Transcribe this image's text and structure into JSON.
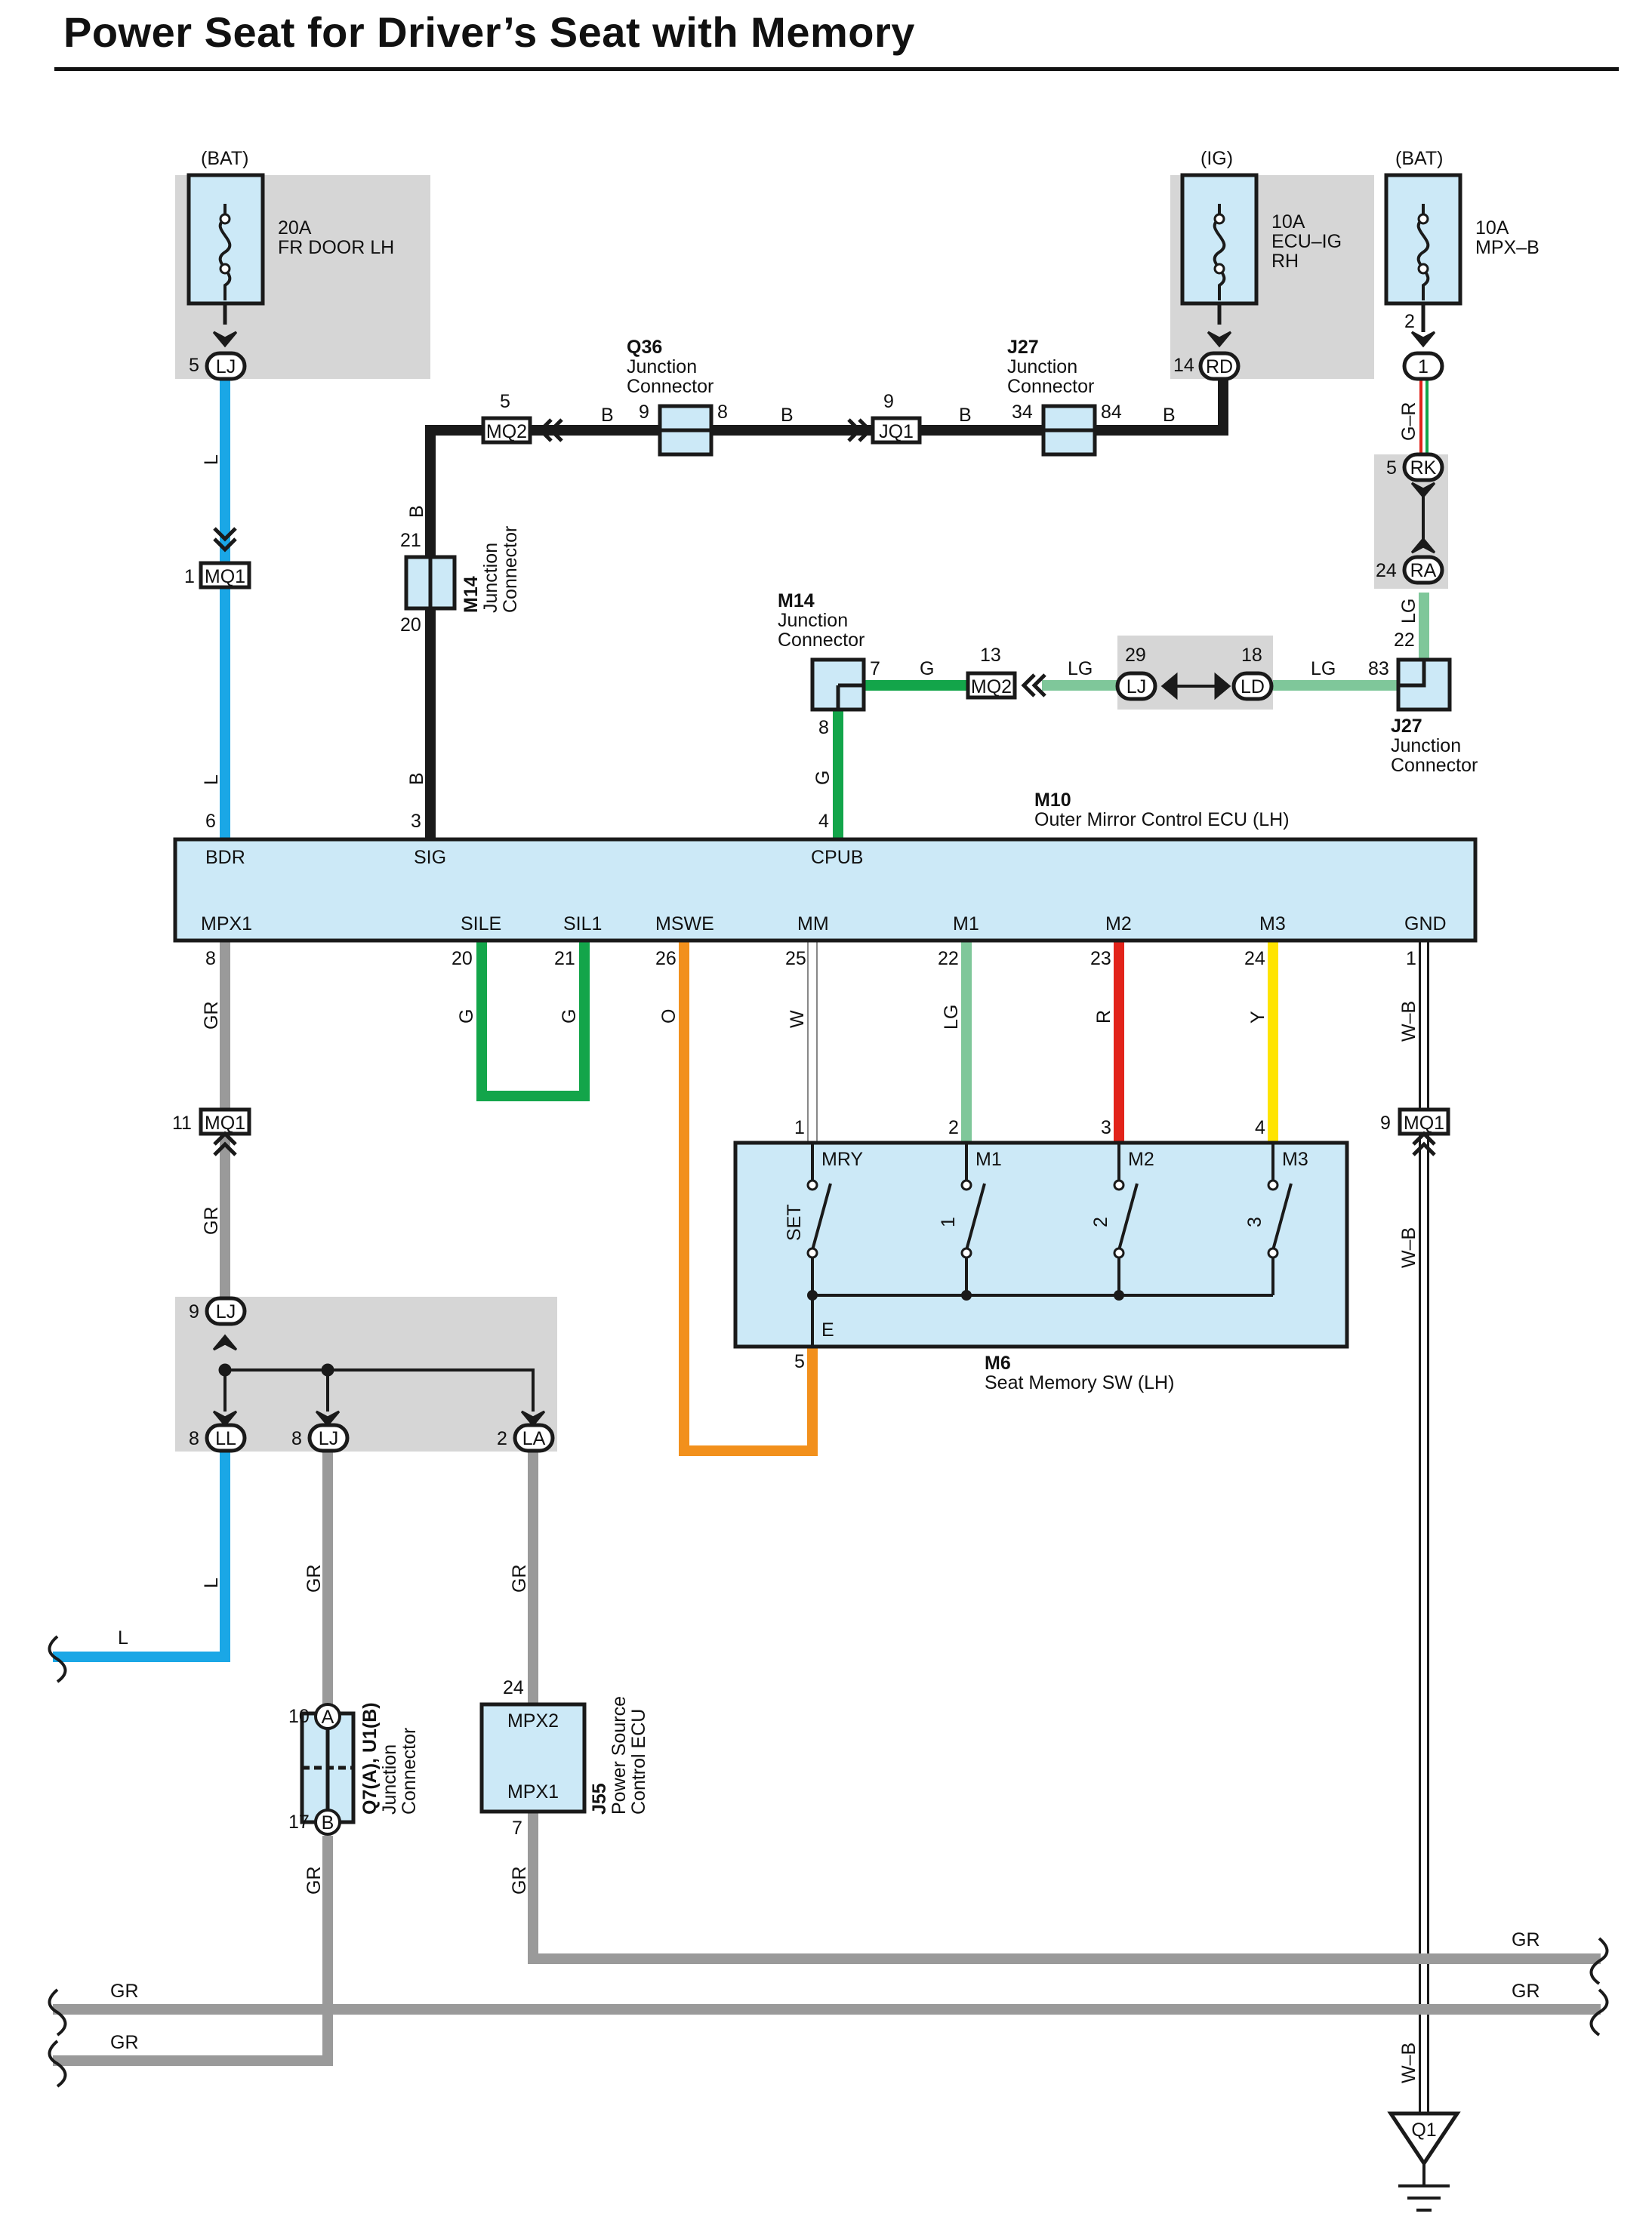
{
  "title": "Power Seat for Driver’s Seat with Memory",
  "colors": {
    "L": "#1aa7e6",
    "B": "#1a1a1a",
    "G": "#13a54a",
    "LG": "#7fc79a",
    "GR": "#9a9a9a",
    "O": "#f2901c",
    "R": "#e2231a",
    "Y": "#ffe400",
    "W": "#ffffff",
    "component_fill": "#cce9f7",
    "shaded_area": "#d6d6d6"
  },
  "fuses": [
    {
      "source": "(BAT)",
      "amps": "20A",
      "name": [
        "FR DOOR LH"
      ],
      "pin": "5",
      "connector": "LJ"
    },
    {
      "source": "(IG)",
      "amps": "10A",
      "name": [
        "ECU–IG",
        "RH"
      ],
      "pin": "14",
      "connector": "RD"
    },
    {
      "source": "(BAT)",
      "amps": "10A",
      "name": [
        "MPX–B"
      ],
      "pin": "2",
      "connector": "1"
    }
  ],
  "junctions": {
    "q36": {
      "id": "Q36",
      "name": "Junction",
      "name2": "Connector",
      "pin_in": "9",
      "pin_out": "8"
    },
    "j27_top": {
      "id": "J27",
      "name": "Junction",
      "name2": "Connector",
      "pin_in": "34",
      "pin_out": "84"
    },
    "m14_left": {
      "id": "M14",
      "name": "Junction",
      "name2": "Connector",
      "pin_top": "21",
      "pin_bottom": "20"
    },
    "m14_mid": {
      "id": "M14",
      "name": "Junction",
      "name2": "Connector",
      "pin_right": "7",
      "pin_bottom": "8"
    },
    "j27_right": {
      "id": "J27",
      "name": "Junction",
      "name2": "Connector",
      "pin_top": "22",
      "pin_left": "83"
    },
    "q7": {
      "id": "Q7(A), U1(B)",
      "name": "Junction",
      "name2": "Connector",
      "pin_a": "10",
      "pin_b": "17",
      "letter_a": "A",
      "letter_b": "B"
    }
  },
  "connectors": {
    "mq2_top": {
      "label": "MQ2",
      "pin": "5"
    },
    "jq1": {
      "label": "JQ1",
      "pin": "9"
    },
    "mq1_left": {
      "label": "MQ1",
      "pin": "1"
    },
    "rk": {
      "label": "RK",
      "pin": "5"
    },
    "ra": {
      "label": "RA",
      "pin": "24"
    },
    "mq2_mid": {
      "label": "MQ2",
      "pin": "13"
    },
    "lj_mid": {
      "label": "LJ",
      "pin": "29"
    },
    "ld_mid": {
      "label": "LD",
      "pin": "18"
    },
    "mq1_gr": {
      "label": "MQ1",
      "pin": "11"
    },
    "mq1_wb": {
      "label": "MQ1",
      "pin": "9"
    },
    "lj_lower": {
      "label": "LJ",
      "pin": "9"
    },
    "ll": {
      "label": "LL",
      "pin": "8"
    },
    "lj_bot": {
      "label": "LJ",
      "pin": "8"
    },
    "la": {
      "label": "LA",
      "pin": "2"
    },
    "q1": {
      "label": "Q1"
    }
  },
  "ecu": {
    "id": "M10",
    "name": "Outer Mirror Control ECU (LH)",
    "top_terminals": [
      {
        "name": "BDR",
        "pin": "6",
        "wire": "L"
      },
      {
        "name": "SIG",
        "pin": "3",
        "wire": "B"
      },
      {
        "name": "CPUB",
        "pin": "4",
        "wire": "G"
      }
    ],
    "bottom_terminals": [
      {
        "name": "MPX1",
        "pin": "8",
        "wire": "GR"
      },
      {
        "name": "SILE",
        "pin": "20",
        "wire": "G"
      },
      {
        "name": "SIL1",
        "pin": "21",
        "wire": "G"
      },
      {
        "name": "MSWE",
        "pin": "26",
        "wire": "O"
      },
      {
        "name": "MM",
        "pin": "25",
        "wire": "W"
      },
      {
        "name": "M1",
        "pin": "22",
        "wire": "LG"
      },
      {
        "name": "M2",
        "pin": "23",
        "wire": "R"
      },
      {
        "name": "M3",
        "pin": "24",
        "wire": "Y"
      },
      {
        "name": "GND",
        "pin": "1",
        "wire": "W–B"
      }
    ]
  },
  "switch": {
    "id": "M6",
    "name": "Seat Memory SW (LH)",
    "terminals": [
      {
        "name": "MRY",
        "pin": "1",
        "button": "SET"
      },
      {
        "name": "M1",
        "pin": "2",
        "button": "1"
      },
      {
        "name": "M2",
        "pin": "3",
        "button": "2"
      },
      {
        "name": "M3",
        "pin": "4",
        "button": "3"
      }
    ],
    "common": {
      "name": "E",
      "pin": "5"
    }
  },
  "power_ecu": {
    "id": "J55",
    "name": "Power Source",
    "name2": "Control ECU",
    "top": "MPX2",
    "top_pin": "24",
    "bottom": "MPX1",
    "bottom_pin": "7"
  },
  "wire_labels": {
    "L": "L",
    "B": "B",
    "G": "G",
    "LG": "LG",
    "GR": "GR",
    "O": "O",
    "W": "W",
    "R": "R",
    "Y": "Y",
    "WB": "W–B",
    "GR_mix": "G–R"
  }
}
